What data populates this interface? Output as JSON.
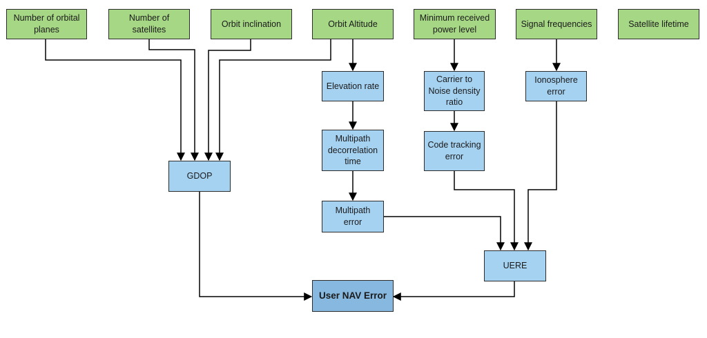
{
  "nodes": {
    "orbital_planes": "Number of orbital planes",
    "satellites": "Number of satellites",
    "orbit_inclination": "Orbit inclination",
    "orbit_altitude": "Orbit Altitude",
    "min_power": "Minimum received power level",
    "signal_freq": "Signal frequencies",
    "satellite_lifetime": "Satellite lifetime",
    "elevation_rate": "Elevation rate",
    "cn0": "Carrier to Noise density ratio",
    "ionosphere": "Ionosphere error",
    "multipath_decorr": "Multipath decorrelation time",
    "code_tracking": "Code tracking error",
    "gdop": "GDOP",
    "multipath_error": "Multipath error",
    "uere": "UERE",
    "user_nav_error": "User NAV Error"
  },
  "colors": {
    "input_fill": "#a6d785",
    "intermediate_fill": "#a6d2f2",
    "output_fill": "#86b8e0",
    "line": "#000000"
  }
}
